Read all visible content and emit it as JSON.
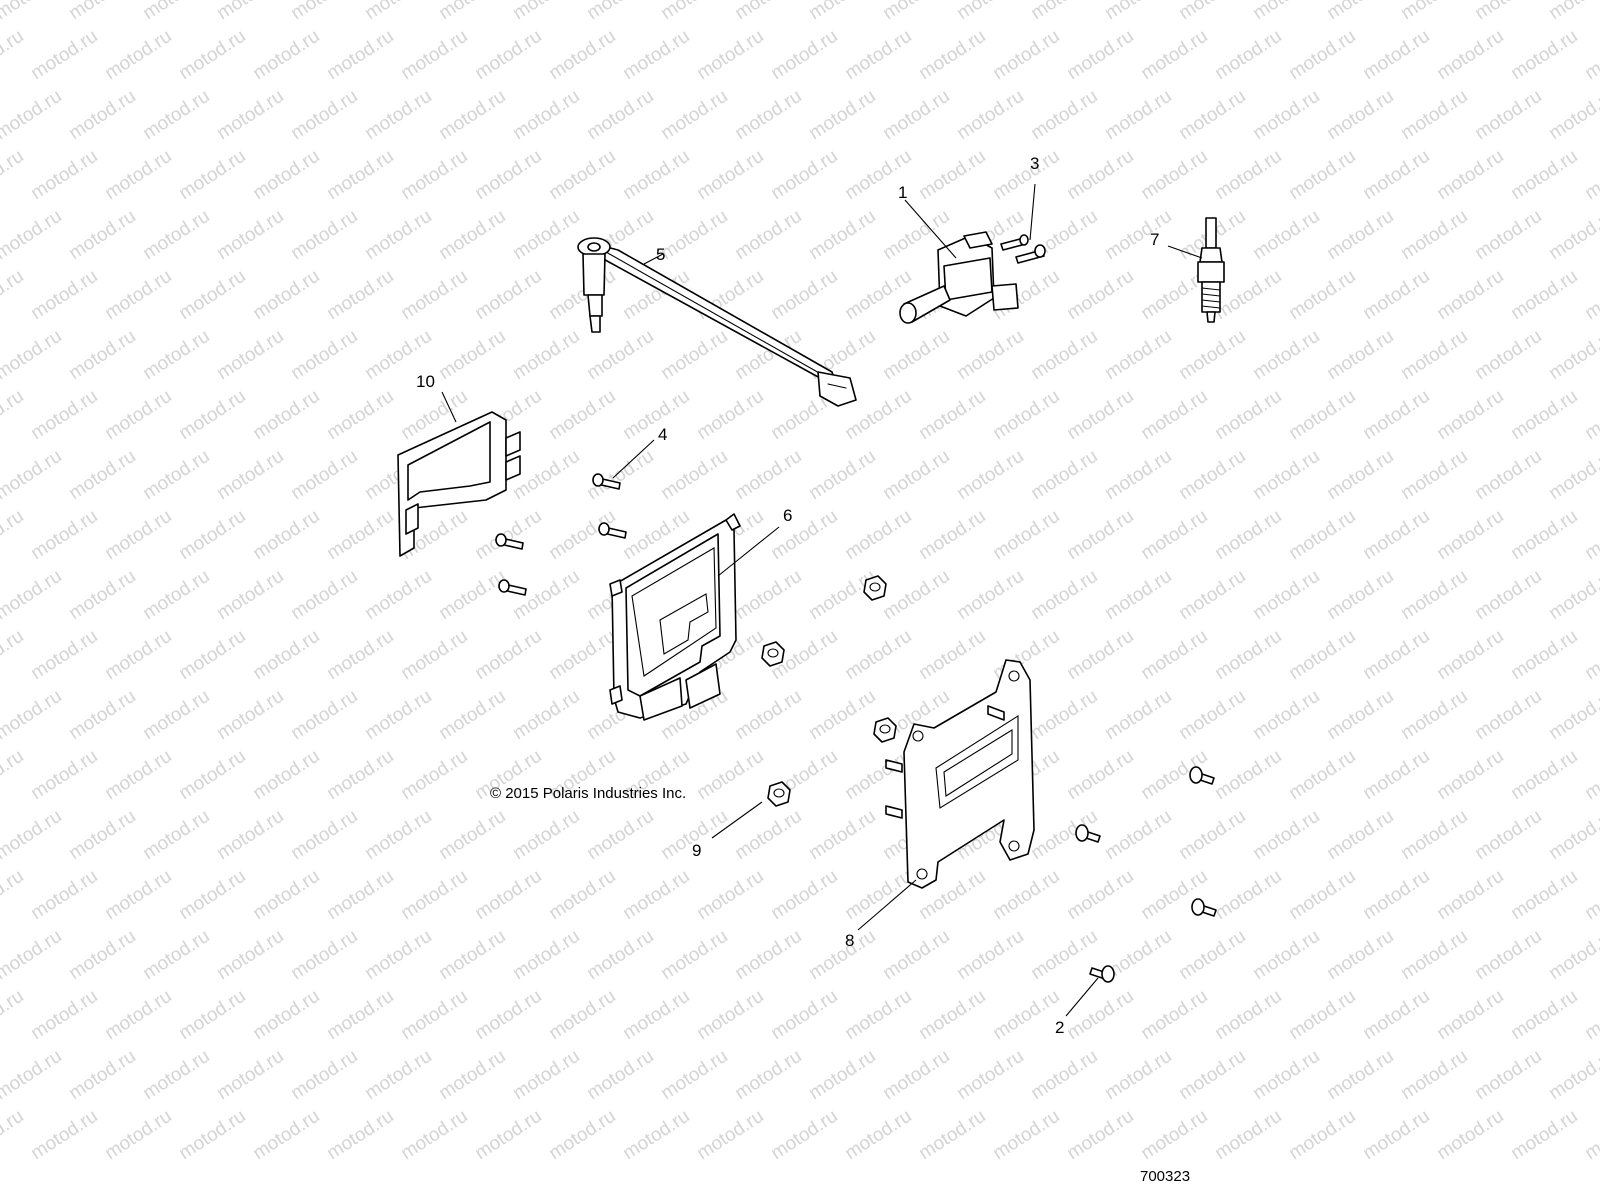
{
  "diagram": {
    "watermark_text": "motod.ru",
    "copyright": "© 2015 Polaris Industries Inc.",
    "figure_number": "700323",
    "callouts": [
      "1",
      "2",
      "3",
      "4",
      "5",
      "6",
      "7",
      "8",
      "9",
      "10"
    ]
  }
}
